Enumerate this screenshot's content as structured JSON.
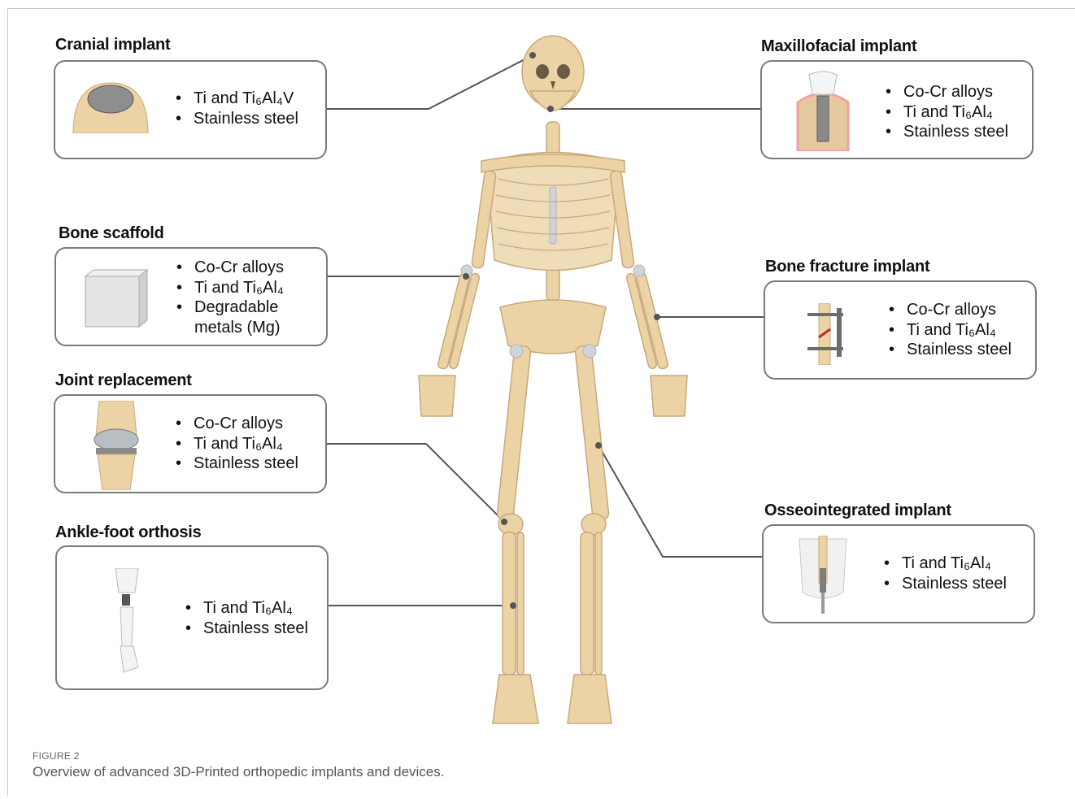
{
  "panels": [
    {
      "id": "cranial",
      "title": "Cranial implant",
      "icon": "skull-mesh-icon",
      "items": [
        "Ti and Ti₆Al₄V",
        "Stainless steel"
      ]
    },
    {
      "id": "maxillofacial",
      "title": "Maxillofacial implant",
      "icon": "dental-implant-icon",
      "items": [
        "Co-Cr alloys",
        "Ti and Ti₆Al₄",
        "Stainless steel"
      ]
    },
    {
      "id": "scaffold",
      "title": "Bone scaffold",
      "icon": "porous-cube-icon",
      "items": [
        "Co-Cr alloys",
        "Ti and Ti₆Al₄",
        "Degradable",
        "metals (Mg)"
      ]
    },
    {
      "id": "fracture",
      "title": "Bone fracture implant",
      "icon": "fixation-rod-icon",
      "items": [
        "Co-Cr alloys",
        "Ti and Ti₆Al₄",
        "Stainless steel"
      ]
    },
    {
      "id": "joint",
      "title": "Joint replacement",
      "icon": "knee-joint-icon",
      "items": [
        "Co-Cr alloys",
        "Ti and Ti₆Al₄",
        "Stainless steel"
      ]
    },
    {
      "id": "osseo",
      "title": "Osseointegrated implant",
      "icon": "osseointegrated-stem-icon",
      "items": [
        "Ti and Ti₆Al₄",
        "Stainless steel"
      ]
    },
    {
      "id": "ankle",
      "title": "Ankle-foot orthosis",
      "icon": "prosthetic-leg-icon",
      "items": [
        "Ti and Ti₆Al₄",
        "Stainless steel"
      ]
    }
  ],
  "figure": {
    "label": "FIGURE 2",
    "caption": "Overview of advanced 3D-Printed orthopedic implants and devices."
  },
  "skeleton_icon": "human-skeleton-icon",
  "colors": {
    "bone": "#ecd3a6",
    "bone_outline": "#c9a878",
    "cartilage": "#cfd4d9",
    "border": "#7a7a7a",
    "connector": "#555555"
  }
}
